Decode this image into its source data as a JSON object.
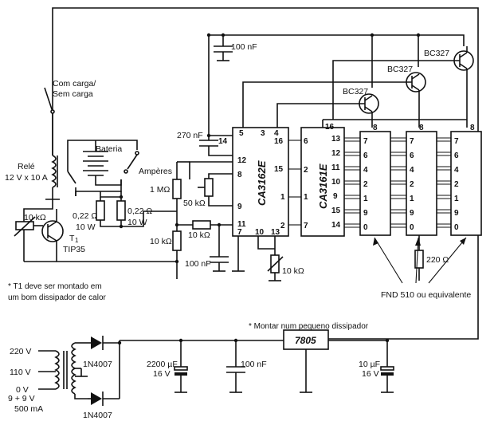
{
  "components": {
    "relay": [
      "Relé",
      "12 V x 10 A"
    ],
    "switch_load": [
      "Com carga/",
      "Sem carga"
    ],
    "battery": "Bateria",
    "amperes": "Ampères",
    "shunt_a": [
      "0,22 Ω",
      "10 W"
    ],
    "shunt_b": [
      "0,22 Ω",
      "10 W"
    ],
    "pot_t1": "10 kΩ",
    "t1": "T",
    "t1_sub": "1",
    "t1_type": "TIP35",
    "r_1m": "1 MΩ",
    "pot_50k": "50 kΩ",
    "r_10k_a": "10 kΩ",
    "r_10k_b": "10 kΩ",
    "pot_10k_b": "10 kΩ",
    "cap_270n": "270 nF",
    "cap_100n_a": "100 nF",
    "cap_100n_b": "100 nF",
    "cap_100n_c": "100 nF",
    "ic1": "CA3162E",
    "ic2": "CA3161E",
    "bc327_a": "BC327",
    "bc327_b": "BC327",
    "bc327_c": "BC327",
    "r_220": "220 Ω",
    "display": "FND 510 ou equivalente",
    "regulator": "7805",
    "cap_2200": [
      "2200 µF",
      "16 V"
    ],
    "cap_10u": [
      "10 µF",
      "16 V"
    ],
    "diode_a": "1N4007",
    "diode_b": "1N4007",
    "v220": "220 V",
    "v110": "110 V",
    "v0": "0 V",
    "secondary": [
      "9 + 9 V",
      "500 mA"
    ]
  },
  "notes": {
    "t1_note": [
      "* T1 deve ser montado em",
      "um bom dissipador de calor"
    ],
    "reg_note": "* Montar num pequeno dissipador"
  },
  "ic1_pins": {
    "top": [
      "5",
      "3",
      "4"
    ],
    "left": [
      "14",
      "12",
      "8",
      "9",
      "11",
      "7"
    ],
    "bottom": [
      "10",
      "13"
    ],
    "right": [
      "16",
      "15",
      "1",
      "2"
    ]
  },
  "ic2_pins": {
    "top": "16",
    "left": [
      "6",
      "2",
      "1",
      "7"
    ],
    "right": [
      "13",
      "12",
      "11",
      "10",
      "9",
      "15",
      "14"
    ]
  },
  "display_pins": {
    "top": "8",
    "left": [
      "7",
      "6",
      "4",
      "2",
      "1",
      "9",
      "0"
    ]
  }
}
